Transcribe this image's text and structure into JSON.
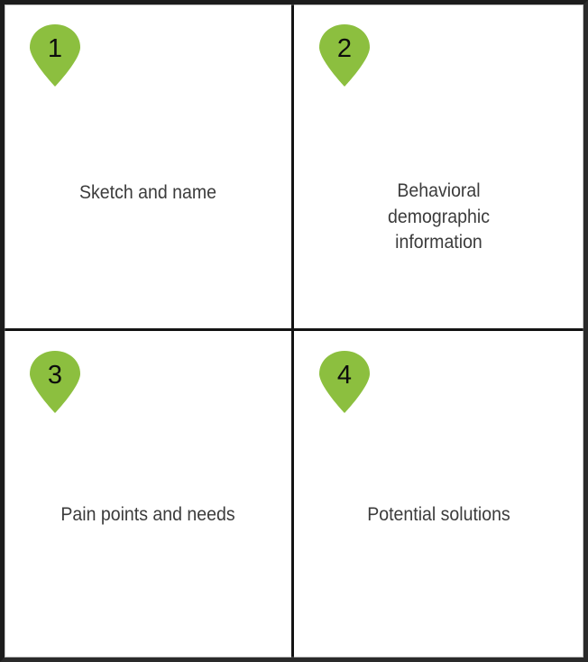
{
  "document": {
    "title": "Persona template grid",
    "layout": "2x2-quadrant-grid",
    "background_color": "#ffffff",
    "border_color": "#1c1c1c",
    "divider_color": "#131313"
  },
  "theme": {
    "pin_fill": "#8CBF3F",
    "pin_number_color": "#0d0d0d",
    "label_text_color": "#3c3c3c"
  },
  "quadrants": [
    {
      "number": "1",
      "pin_icon": "map-pin-marker",
      "label": "Sketch and name",
      "position": "top-left"
    },
    {
      "number": "2",
      "pin_icon": "map-pin-marker",
      "label": "Behavioral\ndemographic\ninformation",
      "position": "top-right"
    },
    {
      "number": "3",
      "pin_icon": "map-pin-marker",
      "label": "Pain points and needs",
      "position": "bottom-left"
    },
    {
      "number": "4",
      "pin_icon": "map-pin-marker",
      "label": "Potential solutions",
      "position": "bottom-right"
    }
  ]
}
